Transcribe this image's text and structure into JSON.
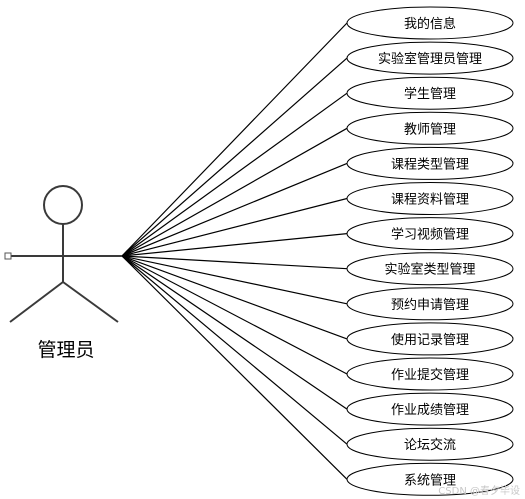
{
  "actor": {
    "label": "管理员"
  },
  "use_cases": [
    {
      "label": "我的信息"
    },
    {
      "label": "实验室管理员管理"
    },
    {
      "label": "学生管理"
    },
    {
      "label": "教师管理"
    },
    {
      "label": "课程类型管理"
    },
    {
      "label": "课程资料管理"
    },
    {
      "label": "学习视频管理"
    },
    {
      "label": "实验室类型管理"
    },
    {
      "label": "预约申请管理"
    },
    {
      "label": "使用记录管理"
    },
    {
      "label": "作业提交管理"
    },
    {
      "label": "作业成绩管理"
    },
    {
      "label": "论坛交流"
    },
    {
      "label": "系统管理"
    }
  ],
  "watermark": "CSDN @春夕毕设",
  "colors": {
    "line": "#000000",
    "actor_stroke": "#3a3a3a",
    "ellipse_fill": "#ffffff"
  }
}
